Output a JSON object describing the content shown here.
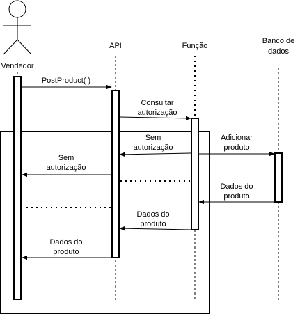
{
  "participants": {
    "vendedor": "Vendedor",
    "api": "API",
    "funcao": "Função",
    "banco_line1": "Banco de",
    "banco_line2": "dados"
  },
  "messages": {
    "post_product": "PostProduct( )",
    "consultar_line1": "Consultar",
    "consultar_line2": "autorização",
    "sem_auth_funcao_line1": "Sem",
    "sem_auth_funcao_line2": "autorização",
    "adicionar_line1": "Adicionar",
    "adicionar_line2": "produto",
    "sem_auth_api_line1": "Sem",
    "sem_auth_api_line2": "autorização",
    "dados_banco_line1": "Dados do",
    "dados_banco_line2": "produto",
    "dados_funcao_line1": "Dados do",
    "dados_funcao_line2": "produto",
    "dados_api_line1": "Dados do",
    "dados_api_line2": "produto"
  }
}
